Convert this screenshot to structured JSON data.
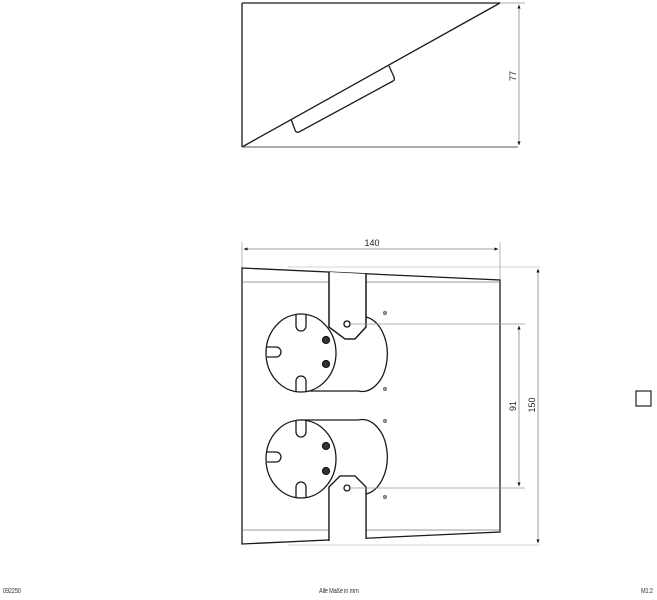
{
  "drawing": {
    "side_view": {
      "dimension_height": "77"
    },
    "front_view": {
      "dimension_width": "140",
      "dimension_height": "150",
      "dimension_socket_spacing": "91",
      "sockets": [
        {
          "label": "upper-socket"
        },
        {
          "label": "lower-socket"
        }
      ]
    },
    "symbol": "square-symbol"
  },
  "footer": {
    "article_number": "092250",
    "units_note": "Alle Maße in mm",
    "scale": "M1:2"
  },
  "colors": {
    "line": "#1a1a1a",
    "dimension_line": "#888888",
    "background": "#ffffff"
  }
}
